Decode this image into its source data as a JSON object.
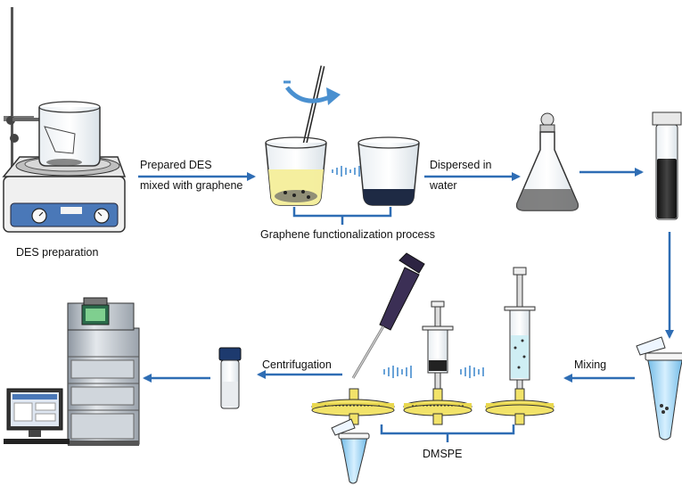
{
  "labels": {
    "des_preparation": "DES preparation",
    "prepared_des_line1": "Prepared DES",
    "prepared_des_line2": "mixed with graphene",
    "graphene_functionalization": "Graphene functionalization process",
    "dispersed_line1": "Dispersed in",
    "dispersed_line2": "water",
    "mixing": "Mixing",
    "centrifugation": "Centrifugation",
    "dmspe": "DMSPE"
  },
  "colors": {
    "arrow": "#2e6db4",
    "filter_yellow": "#f2e36a",
    "pipette_dark": "#3b2f55",
    "tube_blue": "#9fd3f0",
    "dark_liquid": "#222222"
  },
  "icons": [
    "hot-plate-stirrer-icon",
    "beaker-icon",
    "stirring-rod-icon",
    "rotation-arrow-icon",
    "erlenmeyer-flask-icon",
    "test-tube-icon",
    "microcentrifuge-tube-icon",
    "syringe-icon",
    "syringe-filter-icon",
    "pipette-icon",
    "sample-vial-icon",
    "hplc-instrument-icon",
    "computer-monitor-icon"
  ]
}
